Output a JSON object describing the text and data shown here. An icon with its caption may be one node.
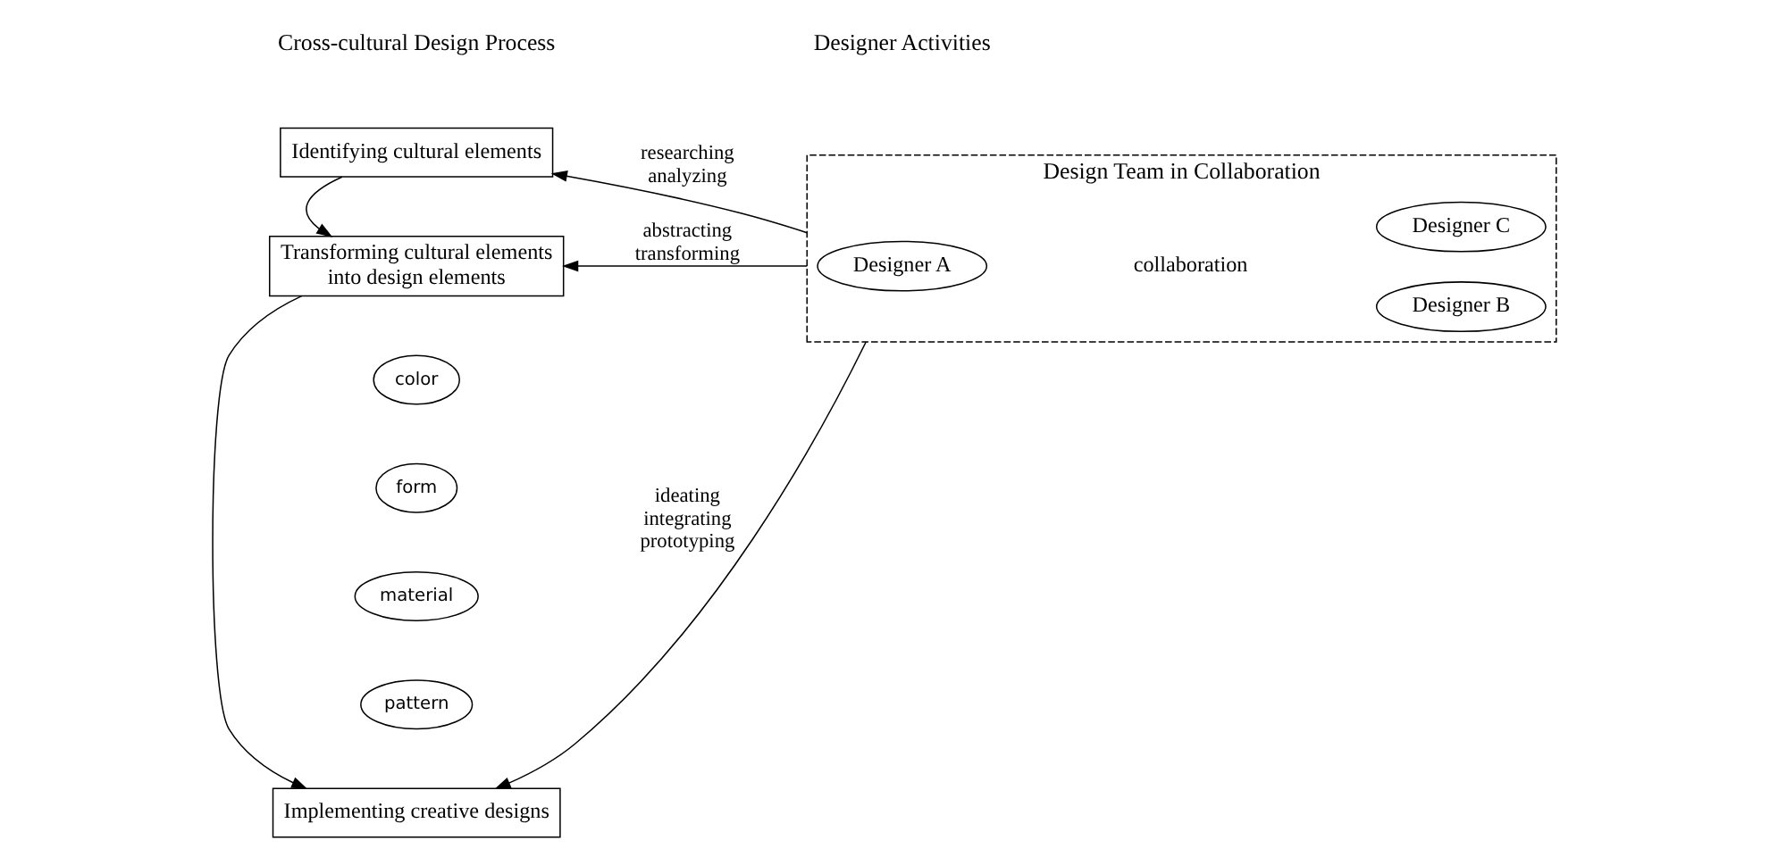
{
  "diagram": {
    "nodes": [
      {
        "text": [
          "Identifying cultural elements"
        ]
      },
      {
        "text": [
          "Transforming cultural elements into design elements"
        ]
      },
      {
        "text": [
          "Implementing creative designs"
        ]
      },
      {
        "text": [
          "color"
        ]
      },
      {
        "text": [
          "form"
        ]
      },
      {
        "text": [
          "material"
        ]
      },
      {
        "text": [
          "pattern"
        ]
      },
      {
        "text": [
          "Design Team in Collaboration"
        ]
      },
      {
        "text": [
          "Designer A"
        ],
        "in": 7
      },
      {
        "text": [
          "Designer B"
        ],
        "in": 7
      },
      {
        "text": [
          "Designer C"
        ],
        "in": 7
      }
    ],
    "edges": [
      {
        "from": 0,
        "to": 1,
        "arrow": "to"
      },
      {
        "from": 1,
        "to": 2,
        "arrow": "to"
      },
      {
        "from": 7,
        "to": 0,
        "arrow": "to",
        "label": "researching analyzing"
      },
      {
        "from": 7,
        "to": 1,
        "arrow": "to",
        "label": "abstracting transforming"
      },
      {
        "from": 7,
        "to": 2,
        "arrow": "to",
        "label": "ideating integrating prototyping"
      }
    ],
    "labels": [
      "Cross-cultural Design Process",
      "Designer Activities",
      "collaboration"
    ]
  }
}
